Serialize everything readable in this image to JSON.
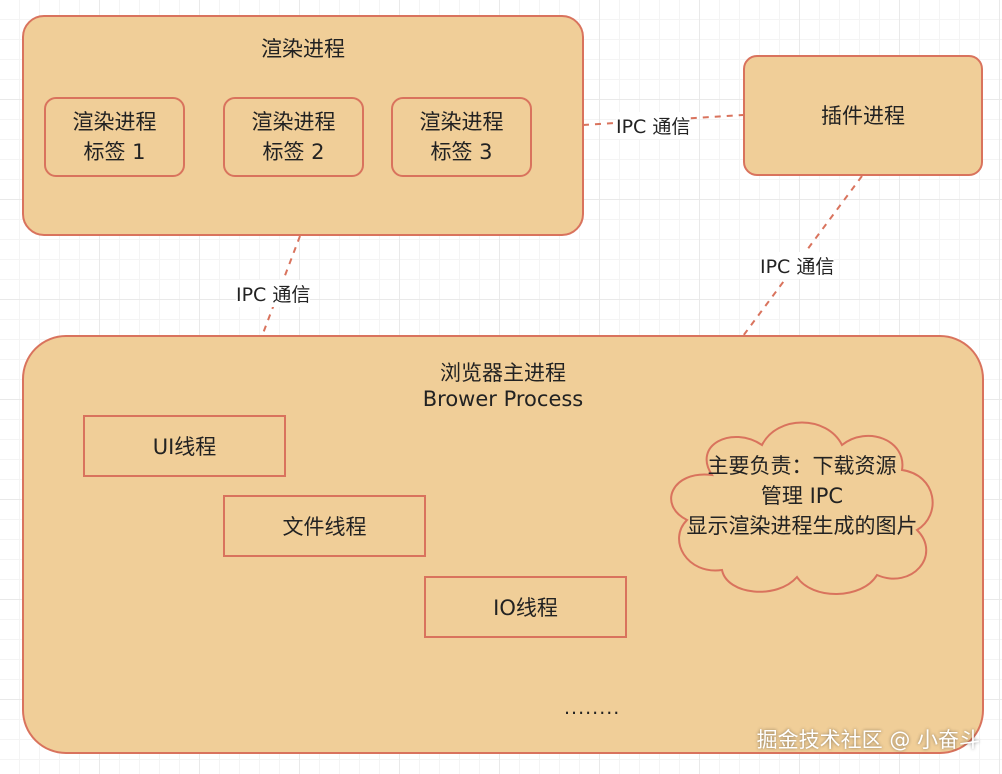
{
  "renderer": {
    "title": "渲染进程",
    "tabs": [
      {
        "line1": "渲染进程",
        "line2": "标签 1"
      },
      {
        "line1": "渲染进程",
        "line2": "标签 2"
      },
      {
        "line1": "渲染进程",
        "line2": "标签 3"
      }
    ]
  },
  "plugin": {
    "title": "插件进程"
  },
  "links": {
    "renderer_plugin": "IPC 通信",
    "renderer_browser": "IPC 通信",
    "plugin_browser": "IPC 通信"
  },
  "browser": {
    "title_cn": "浏览器主进程",
    "title_en": "Brower Process",
    "threads": [
      "UI线程",
      "文件线程",
      "IO线程"
    ],
    "ellipsis": "........"
  },
  "cloud": {
    "line1": "主要负责：下载资源",
    "line2": "管理 IPC",
    "line3": "显示渲染进程生成的图片"
  },
  "watermark": "掘金技术社区 @ 小奋斗",
  "colors": {
    "fill": "#f0ce98",
    "stroke": "#d9735d",
    "dash": "#d9735d"
  }
}
